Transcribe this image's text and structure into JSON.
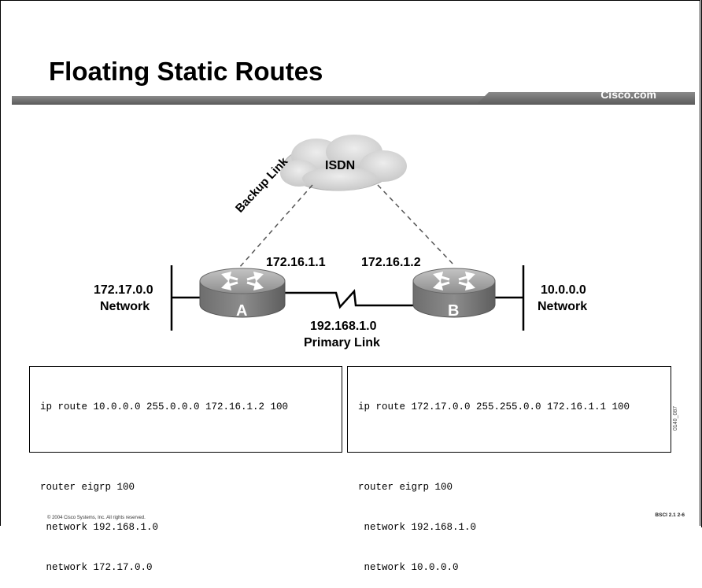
{
  "slide": {
    "title": "Floating Static Routes",
    "brand": "Cisco.com",
    "footer_copyright": "© 2004 Cisco Systems, Inc. All rights reserved.",
    "footer_code": "BSCI 2.1   2-6",
    "figure_id": "0140_087"
  },
  "diagram": {
    "cloud_label": "ISDN",
    "backup_link_label": "Backup Link",
    "router_a": {
      "label": "A",
      "ip": "172.16.1.1"
    },
    "router_b": {
      "label": "B",
      "ip": "172.16.1.2"
    },
    "left_network": {
      "address": "172.17.0.0",
      "label": "Network"
    },
    "right_network": {
      "address": "10.0.0.0",
      "label": "Network"
    },
    "primary_link": {
      "address": "192.168.1.0",
      "label": "Primary Link"
    },
    "colors": {
      "cloud": "#d9d9d9",
      "router_top": "#a9a9a9",
      "router_body": "#7c7c7c",
      "line": "#000000",
      "dashed": "#555555"
    }
  },
  "config_a": {
    "lines": [
      "ip route 10.0.0.0 255.0.0.0 172.16.1.2 100",
      "",
      "router eigrp 100",
      " network 192.168.1.0",
      " network 172.17.0.0"
    ]
  },
  "config_b": {
    "lines": [
      "ip route 172.17.0.0 255.255.0.0 172.16.1.1 100",
      "",
      "router eigrp 100",
      " network 192.168.1.0",
      " network 10.0.0.0"
    ]
  }
}
